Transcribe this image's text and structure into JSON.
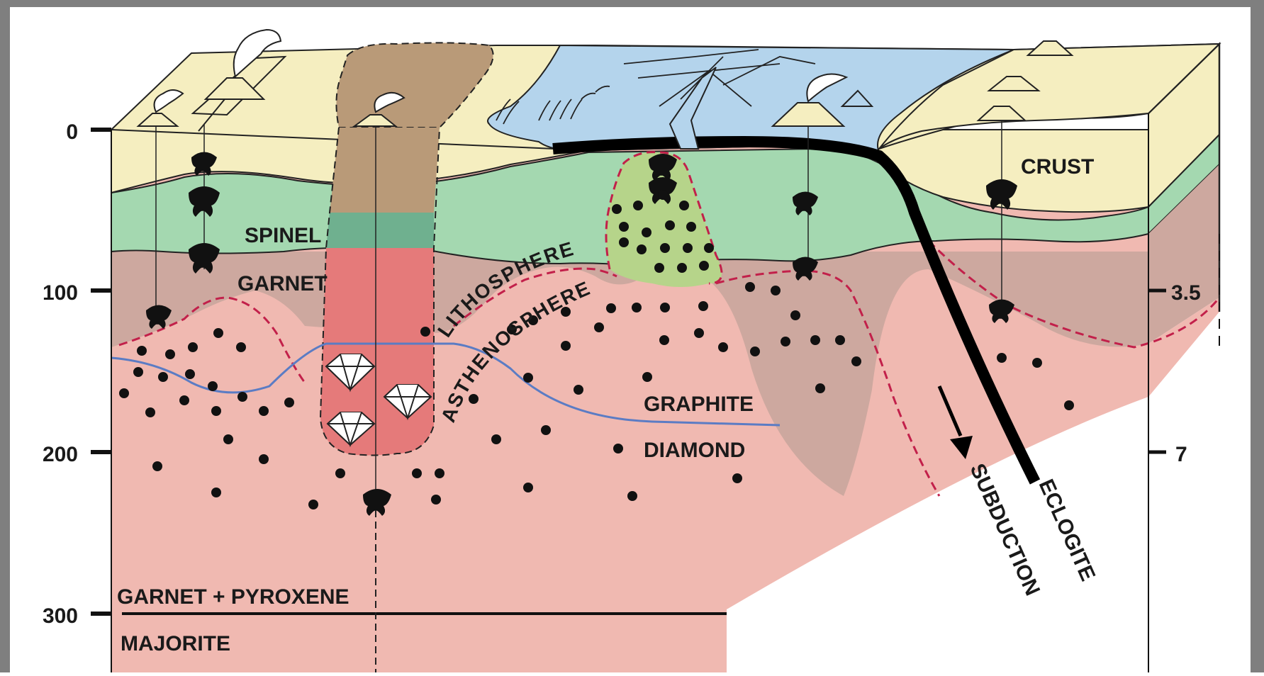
{
  "depth_axis": {
    "left_ticks": [
      "0",
      "100",
      "200",
      "300"
    ],
    "right_ticks": [
      "3.5",
      "7"
    ]
  },
  "labels": {
    "crust": "CRUST",
    "spinel": "SPINEL",
    "garnet": "GARNET",
    "lithosphere": "LITHOSPHERE",
    "asthenosphere": "ASTHENOSPHERE",
    "graphite": "GRAPHITE",
    "diamond": "DIAMOND",
    "garnet_pyroxene": "GARNET + PYROXENE",
    "majorite": "MAJORITE",
    "subduction": "SUBDUCTION",
    "eclogite": "ECLOGITE"
  },
  "colors": {
    "crust": "#f5eec0",
    "spinel_layer": "#a4d8b0",
    "garnet_lithosphere": "#cda89f",
    "asthenosphere": "#f0b9b1",
    "ocean": "#b4d4ec",
    "craton_root": "#b99a78",
    "diamond_zone": "#e57a7a",
    "spinel_window": "#6fb08f",
    "plume_head": "#b6d48a",
    "boundary_dash": "#c2204a",
    "graphite_diamond_line": "#5b7cc4",
    "slab": "#000000",
    "frame": "#8a8a8a"
  }
}
